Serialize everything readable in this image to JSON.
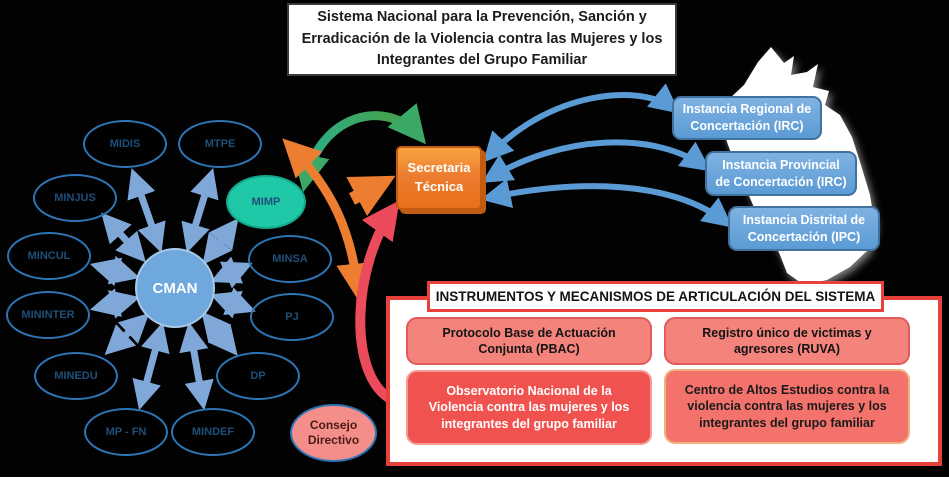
{
  "title": "Sistema Nacional para la Prevención, Sanción y Erradicación de la Violencia contra las Mujeres y los Integrantes del Grupo Familiar",
  "hub": {
    "center_label": "CMAN",
    "consejo_label": "Consejo Directivo"
  },
  "ministries": [
    "MIDIS",
    "MTPE",
    "MINJUS",
    "MIMP",
    "MINCUL",
    "MINSA",
    "MININTER",
    "PJ",
    "MINEDU",
    "DP",
    "MP - FN",
    "MINDEF"
  ],
  "secretaria_label": "Secretaria Técnica",
  "instancias": [
    "Instancia Regional de Concertación (IRC)",
    "Instancia Provincial de Concertación (IRC)",
    "Instancia Distrital de Concertación (IPC)"
  ],
  "instruments": {
    "header": "INSTRUMENTOS Y MECANISMOS DE ARTICULACIÓN DEL SISTEMA",
    "items": [
      "Protocolo Base de Actuación Conjunta (PBAC)",
      "Registro único de victimas y agresores (RUVA)",
      "Observatorio Nacional de la Violencia contra las mujeres y los integrantes del grupo familiar",
      "Centro de Altos Estudios contra la violencia contra las mujeres y los integrantes del grupo familiar"
    ]
  },
  "colors": {
    "background": "#020202",
    "node_border_blue": "#2E75B6",
    "node_text_blue": "#1F4E79",
    "cman_fill": "#6FA8DC",
    "mimp_teal": "#1FC9A7",
    "consejo_pink": "#F38E8A",
    "secretaria_orange": "#ED7D31",
    "instancia_blue": "#5B9BD5",
    "instruments_red_border": "#E8413C",
    "item_salmon": "#F4837C",
    "item_red": "#F0534F",
    "arrow_green": "#3BA865",
    "arrow_red": "#EC4B5B"
  }
}
